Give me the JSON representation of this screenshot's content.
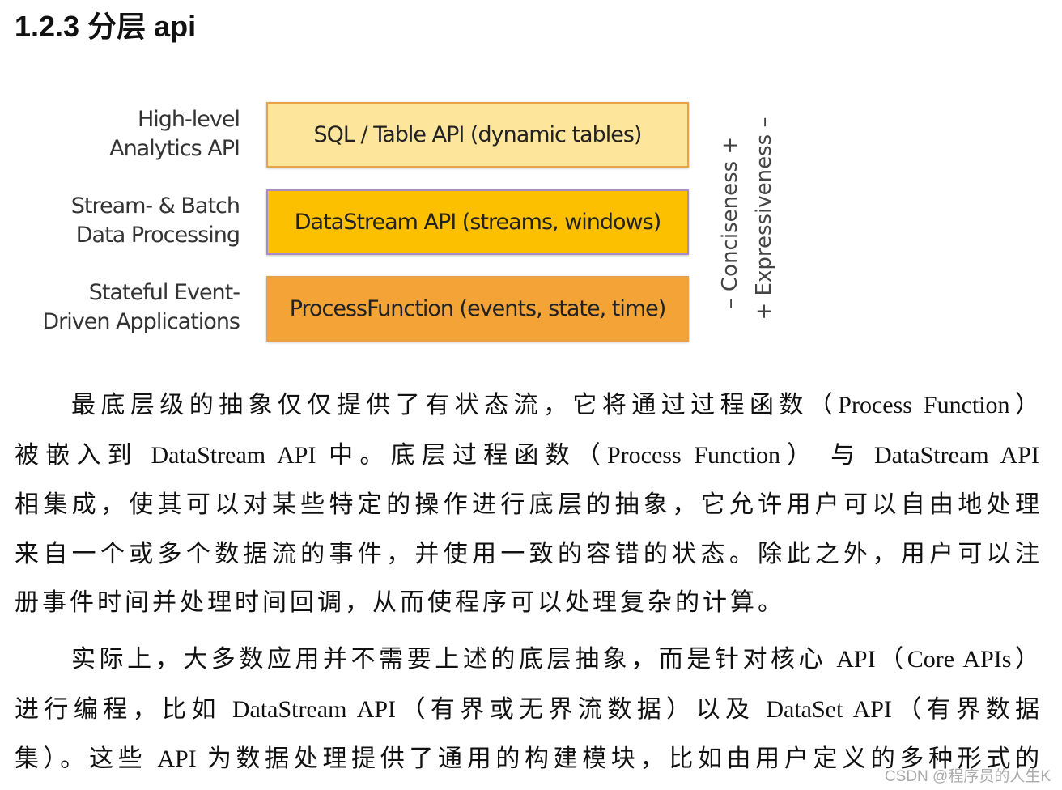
{
  "heading": "1.2.3  分层 api",
  "diagram": {
    "layers": [
      {
        "label_l1": "High-level",
        "label_l2": "Analytics API",
        "box": "SQL / Table API (dynamic tables)",
        "color": "#fde69c"
      },
      {
        "label_l1": "Stream- & Batch",
        "label_l2": "Data Processing",
        "box": "DataStream API (streams, windows)",
        "color": "#fdc000"
      },
      {
        "label_l1": "Stateful Event-",
        "label_l2": "Driven Applications",
        "box": "ProcessFunction (events, state, time)",
        "color": "#f4a336"
      }
    ],
    "axis1": "–  Conciseness  +",
    "axis2": "+  Expressiveness  –"
  },
  "paragraphs": [
    [
      "最底层级的抽象仅仅提供了有状态流，它将通过过程函数（Process  Function）",
      "被嵌入到 DataStream API 中。底层过程函数（Process Function） 与  DataStream API",
      "相集成，使其可以对某些特定的操作进行底层的抽象，它允许用户可以自由地处理",
      "来自一个或多个数据流的事件，并使用一致的容错的状态。除此之外，用户可以注",
      "册事件时间并处理时间回调，从而使程序可以处理复杂的计算。"
    ],
    [
      "实际上，大多数应用并不需要上述的底层抽象，而是针对核心 API（Core APIs）",
      "进行编程，比如 DataStream API（有界或无界流数据）以及 DataSet API（有界数据",
      "集）。这些 API 为数据处理提供了通用的构建模块，比如由用户定义的多种形式的"
    ]
  ],
  "watermark": "CSDN @程序员的人生K"
}
